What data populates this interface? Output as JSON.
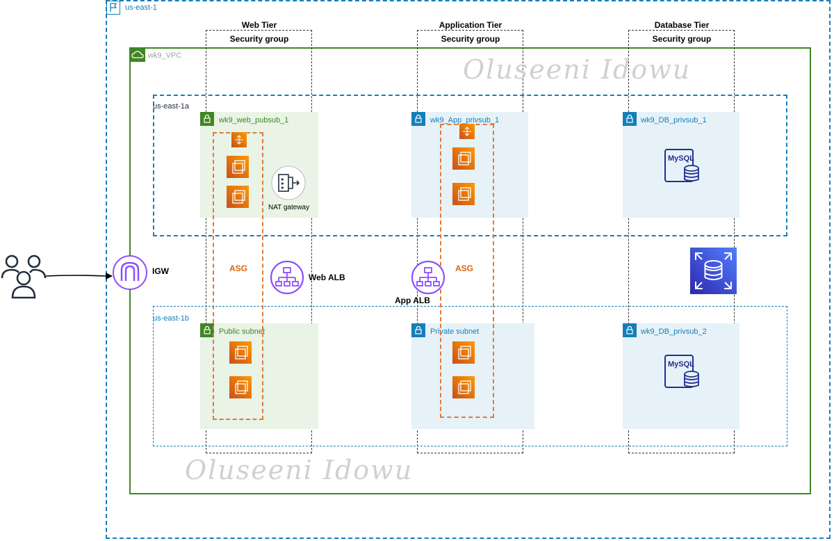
{
  "region": {
    "label": "us-east-1",
    "icon": "region-flag-icon"
  },
  "vpc": {
    "label": "wk9_VPC",
    "icon": "vpc-cloud-icon"
  },
  "tiers": {
    "web": {
      "title": "Web Tier",
      "security_group": "Security group"
    },
    "app": {
      "title": "Application Tier",
      "security_group": "Security group"
    },
    "db": {
      "title": "Database Tier",
      "security_group": "Security group"
    }
  },
  "availability_zones": {
    "a": {
      "label": "us-east-1a"
    },
    "b": {
      "label": "us-east-1b"
    }
  },
  "subnets": {
    "web_a": {
      "label": "wk9_web_pubsub_1",
      "type": "public"
    },
    "app_a": {
      "label": "wk9_App_privsub_1",
      "type": "private"
    },
    "db_a": {
      "label": "wk9_DB_privsub_1",
      "type": "private"
    },
    "web_b": {
      "label": "Public subnet",
      "type": "public"
    },
    "app_b": {
      "label": "Private subnet",
      "type": "private"
    },
    "db_b": {
      "label": "wk9_DB_privsub_2",
      "type": "private"
    }
  },
  "components": {
    "igw": "IGW",
    "nat": "NAT gateway",
    "web_alb": "Web ALB",
    "app_alb": "App ALB",
    "asg_web": "ASG",
    "asg_app": "ASG",
    "mysql_a": "MySQL",
    "mysql_b": "MySQL"
  },
  "watermark": {
    "top": "Oluseeni Idowu",
    "bottom": "Oluseeni Idowu"
  },
  "colors": {
    "region_border": "#147eba",
    "vpc_border": "#3f8624",
    "public_subnet_fill": "#e9f3e6",
    "private_subnet_fill": "#e6f2f8",
    "asg_border": "#e07b39",
    "ec2_orange": "#ff9900",
    "alb_purple": "#8c4fff",
    "rds_blue": "#2e27ad"
  }
}
